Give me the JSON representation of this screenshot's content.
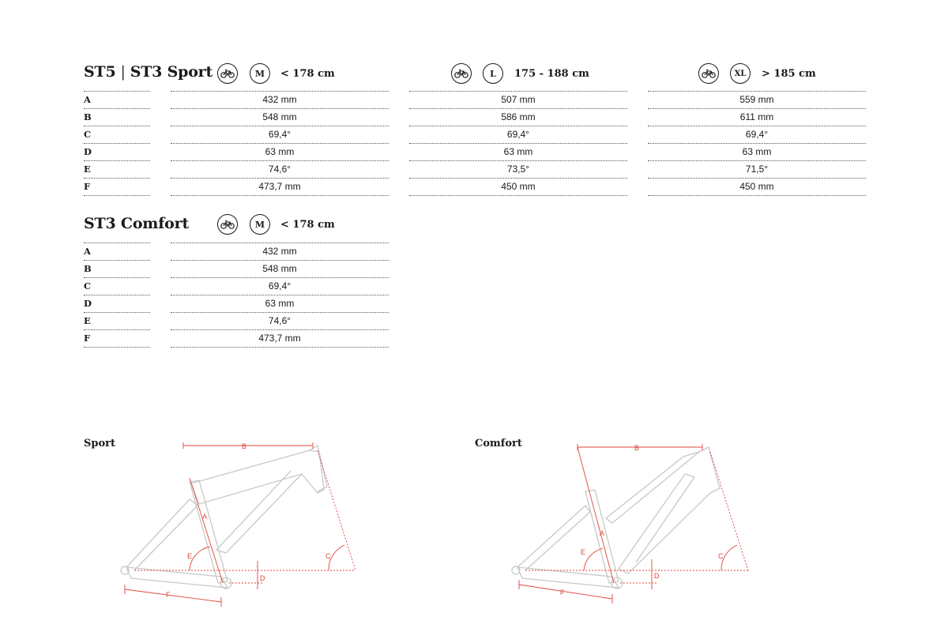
{
  "section1": {
    "title_a": "ST5",
    "separator": "|",
    "title_b": "ST3 Sport",
    "sizes": [
      {
        "size": "M",
        "range": "< 178 cm"
      },
      {
        "size": "L",
        "range": "175 - 188 cm"
      },
      {
        "size": "XL",
        "range": "> 185 cm"
      }
    ],
    "rows": [
      {
        "label": "A",
        "values": [
          "432 mm",
          "507 mm",
          "559 mm"
        ]
      },
      {
        "label": "B",
        "values": [
          "548 mm",
          "586 mm",
          "611 mm"
        ]
      },
      {
        "label": "C",
        "values": [
          "69,4°",
          "69,4°",
          "69,4°"
        ]
      },
      {
        "label": "D",
        "values": [
          "63 mm",
          "63 mm",
          "63 mm"
        ]
      },
      {
        "label": "E",
        "values": [
          "74,6°",
          "73,5°",
          "71,5°"
        ]
      },
      {
        "label": "F",
        "values": [
          "473,7 mm",
          "450 mm",
          "450 mm"
        ]
      }
    ]
  },
  "section2": {
    "title": "ST3 Comfort",
    "sizes": [
      {
        "size": "M",
        "range": "< 178 cm"
      }
    ],
    "rows": [
      {
        "label": "A",
        "values": [
          "432 mm"
        ]
      },
      {
        "label": "B",
        "values": [
          "548 mm"
        ]
      },
      {
        "label": "C",
        "values": [
          "69,4°"
        ]
      },
      {
        "label": "D",
        "values": [
          "63 mm"
        ]
      },
      {
        "label": "E",
        "values": [
          "74,6°"
        ]
      },
      {
        "label": "F",
        "values": [
          "473,7 mm"
        ]
      }
    ]
  },
  "diagrams": {
    "sport_title": "Sport",
    "comfort_title": "Comfort",
    "dimension_labels": [
      "A",
      "B",
      "C",
      "D",
      "E",
      "F"
    ],
    "measure_color": "#e0453a",
    "frame_color": "#c8c8c8"
  },
  "icons": {
    "bike": "e-bike-icon"
  }
}
